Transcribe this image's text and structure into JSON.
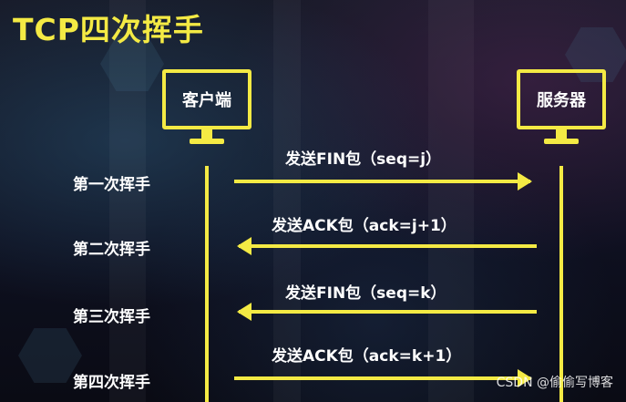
{
  "title": "TCP四次挥手",
  "client": {
    "label": "客户端"
  },
  "server": {
    "label": "服务器"
  },
  "steps": [
    {
      "name": "第一次挥手",
      "message": "发送FIN包（seq=j）",
      "direction": "client-to-server"
    },
    {
      "name": "第二次挥手",
      "message": "发送ACK包（ack=j+1）",
      "direction": "server-to-client"
    },
    {
      "name": "第三次挥手",
      "message": "发送FIN包（seq=k）",
      "direction": "server-to-client"
    },
    {
      "name": "第四次挥手",
      "message": "发送ACK包（ack=k+1）",
      "direction": "client-to-server"
    }
  ],
  "watermark": "CSDN @偷偷写博客",
  "colors": {
    "accent": "#f4ea44",
    "text": "#ffffff",
    "background": "#0d0f1a"
  }
}
